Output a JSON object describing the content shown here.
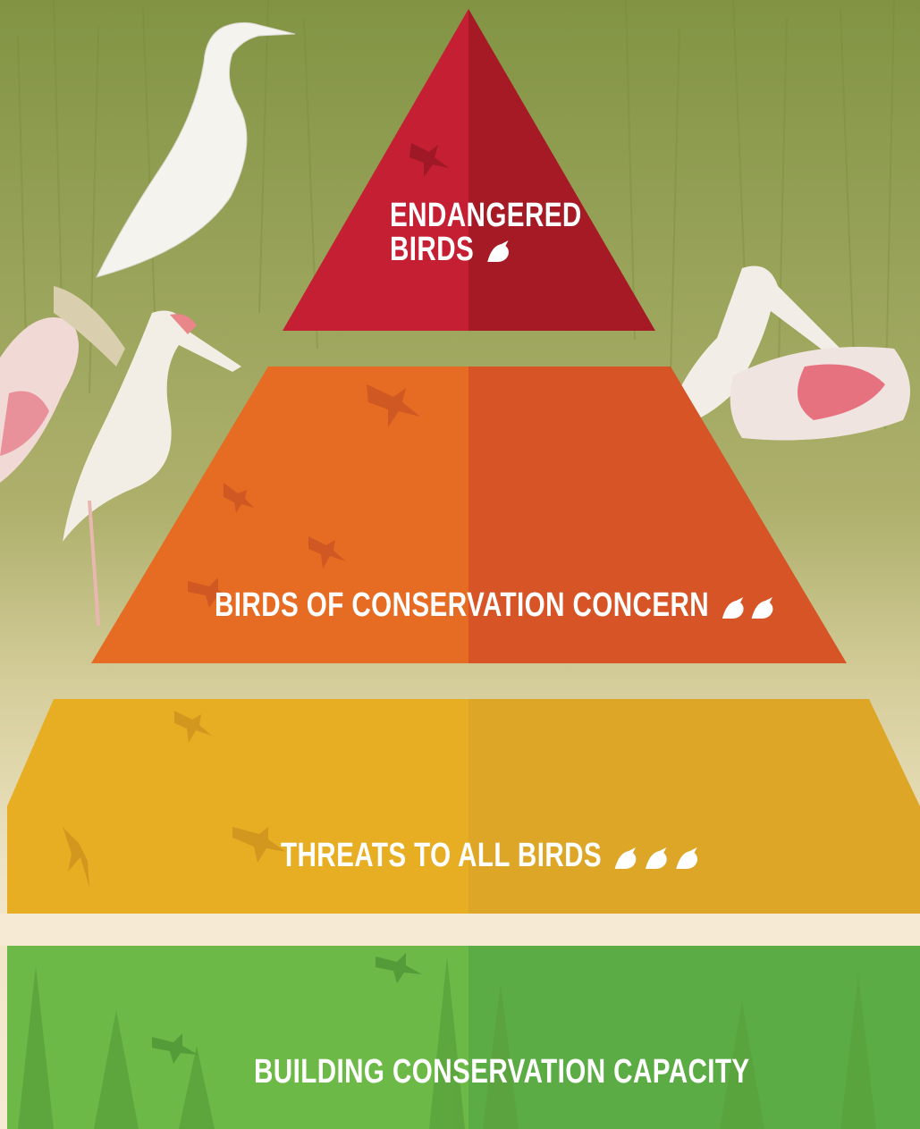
{
  "pyramid": {
    "tiers": [
      {
        "id": "top",
        "label_line1": "ENDANGERED",
        "label_line2": "BIRDS",
        "bird_count": 1,
        "color": "#c01c2c"
      },
      {
        "id": "second",
        "label": "BIRDS OF CONSERVATION CONCERN",
        "bird_count": 2,
        "color": "#e56a24"
      },
      {
        "id": "third",
        "label": "THREATS TO ALL BIRDS",
        "bird_count": 3,
        "color": "#e8ac24"
      },
      {
        "id": "base",
        "label": "BUILDING CONSERVATION CAPACITY",
        "bird_count": 0,
        "color": "#63b245"
      }
    ]
  },
  "background": {
    "photo_subject": "wading-birds-in-marsh",
    "icons": [
      "egret",
      "spoonbill",
      "ibis",
      "flying-bird-silhouette",
      "pine-tree-silhouette",
      "small-bird-icon"
    ]
  }
}
